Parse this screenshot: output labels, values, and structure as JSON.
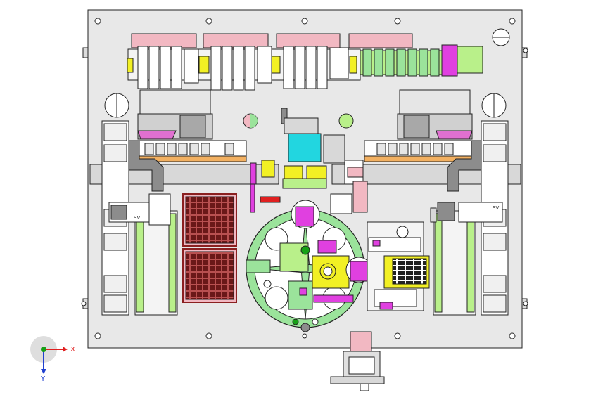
{
  "viewport": {
    "background": "#ffffff",
    "plate_color": "#e8e8e8",
    "outline_color": "#222222"
  },
  "palette": {
    "pink": "#f2b8c2",
    "magenta": "#e040e0",
    "green": "#9be39b",
    "lime": "#b9f08a",
    "cyan": "#22d6e0",
    "yellow": "#f2f024",
    "orange": "#f2b061",
    "red": "#e02020",
    "gray": "#8c8c8c",
    "light_gray": "#d8d8d8",
    "dark_red": "#8a2020"
  },
  "triad": {
    "x_label": "X",
    "y_label": "Y",
    "x_color": "#e02020",
    "y_color": "#16a016",
    "z_color": "#2040d0"
  },
  "labels": {
    "left_sensor_text": "SV",
    "right_sensor_text": "SV"
  }
}
